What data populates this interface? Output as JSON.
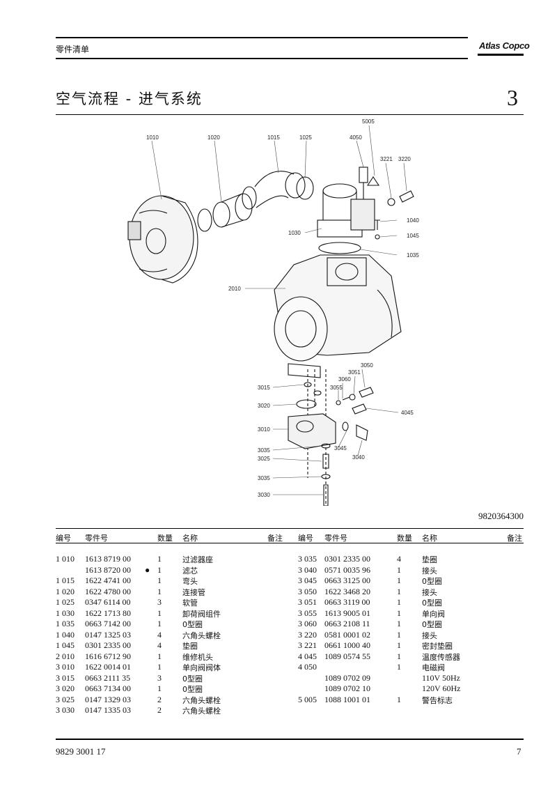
{
  "header": {
    "section_label": "零件清单",
    "brand": "Atlas Copco"
  },
  "title": {
    "text": "空气流程 - 进气系统",
    "chapter": "3"
  },
  "drawing": {
    "number": "9820364300",
    "callouts": [
      "1010",
      "1020",
      "1015",
      "1025",
      "4050",
      "5005",
      "3221",
      "3220",
      "1040",
      "1030",
      "1045",
      "1035",
      "2010",
      "3050",
      "3051",
      "3060",
      "3055",
      "3015",
      "4045",
      "3020",
      "3010",
      "3045",
      "3035",
      "3025",
      "3040",
      "3035",
      "3030"
    ]
  },
  "table": {
    "headers": {
      "no": "编号",
      "part": "零件号",
      "qty": "数量",
      "name": "名称",
      "note": "备注"
    },
    "left": [
      {
        "no": "1 010",
        "part": "1613 8719 00",
        "mark": "",
        "qty": "1",
        "name": "过滤器座"
      },
      {
        "no": "",
        "part": "1613 8720 00",
        "mark": "●",
        "qty": "1",
        "name": "滤芯"
      },
      {
        "no": "1 015",
        "part": "1622 4741 00",
        "mark": "",
        "qty": "1",
        "name": "弯头"
      },
      {
        "no": "1 020",
        "part": "1622 4780 00",
        "mark": "",
        "qty": "1",
        "name": "连接管"
      },
      {
        "no": "1 025",
        "part": "0347 6114 00",
        "mark": "",
        "qty": "3",
        "name": "软管"
      },
      {
        "no": "1 030",
        "part": "1622 1713 80",
        "mark": "",
        "qty": "1",
        "name": "卸荷阀组件"
      },
      {
        "no": "1 035",
        "part": "0663 7142 00",
        "mark": "",
        "qty": "1",
        "name": "0型圈"
      },
      {
        "no": "1 040",
        "part": "0147 1325 03",
        "mark": "",
        "qty": "4",
        "name": "六角头螺栓"
      },
      {
        "no": "1 045",
        "part": "0301 2335 00",
        "mark": "",
        "qty": "4",
        "name": "垫圈"
      },
      {
        "no": "2 010",
        "part": "1616 6712 90",
        "mark": "",
        "qty": "1",
        "name": "维修机头"
      },
      {
        "no": "3 010",
        "part": "1622 0014 01",
        "mark": "",
        "qty": "1",
        "name": "单向阀阀体"
      },
      {
        "no": "3 015",
        "part": "0663 2111 35",
        "mark": "",
        "qty": "3",
        "name": "0型圈"
      },
      {
        "no": "3 020",
        "part": "0663 7134 00",
        "mark": "",
        "qty": "1",
        "name": "0型圈"
      },
      {
        "no": "3 025",
        "part": "0147 1329 03",
        "mark": "",
        "qty": "2",
        "name": "六角头螺栓"
      },
      {
        "no": "3 030",
        "part": "0147 1335 03",
        "mark": "",
        "qty": "2",
        "name": "六角头螺栓"
      }
    ],
    "right": [
      {
        "no": "3 035",
        "part": "0301 2335 00",
        "qty": "4",
        "name": "垫圈"
      },
      {
        "no": "3 040",
        "part": "0571 0035 96",
        "qty": "1",
        "name": "接头"
      },
      {
        "no": "3 045",
        "part": "0663 3125 00",
        "qty": "1",
        "name": "0型圈"
      },
      {
        "no": "3 050",
        "part": "1622 3468 20",
        "qty": "1",
        "name": "接头"
      },
      {
        "no": "3 051",
        "part": "0663 3119 00",
        "qty": "1",
        "name": "0型圈"
      },
      {
        "no": "3 055",
        "part": "1613 9005 01",
        "qty": "1",
        "name": "单向阀"
      },
      {
        "no": "3 060",
        "part": "0663 2108 11",
        "qty": "1",
        "name": "0型圈"
      },
      {
        "no": "3 220",
        "part": "0581 0001 02",
        "qty": "1",
        "name": "接头"
      },
      {
        "no": "3 221",
        "part": "0661 1000 40",
        "qty": "1",
        "name": "密封垫圈"
      },
      {
        "no": "4 045",
        "part": "1089 0574 55",
        "qty": "1",
        "name": "温度传感器"
      },
      {
        "no": "4 050",
        "part": "",
        "qty": "1",
        "name": "电磁阀"
      },
      {
        "no": "",
        "part": "1089 0702 09",
        "qty": "",
        "name": "110V 50Hz"
      },
      {
        "no": "",
        "part": "1089 0702 10",
        "qty": "",
        "name": "120V 60Hz"
      },
      {
        "no": "5 005",
        "part": "1088 1001 01",
        "qty": "1",
        "name": "警告标志"
      }
    ]
  },
  "footer": {
    "doc_number": "9829 3001 17",
    "page": "7"
  }
}
